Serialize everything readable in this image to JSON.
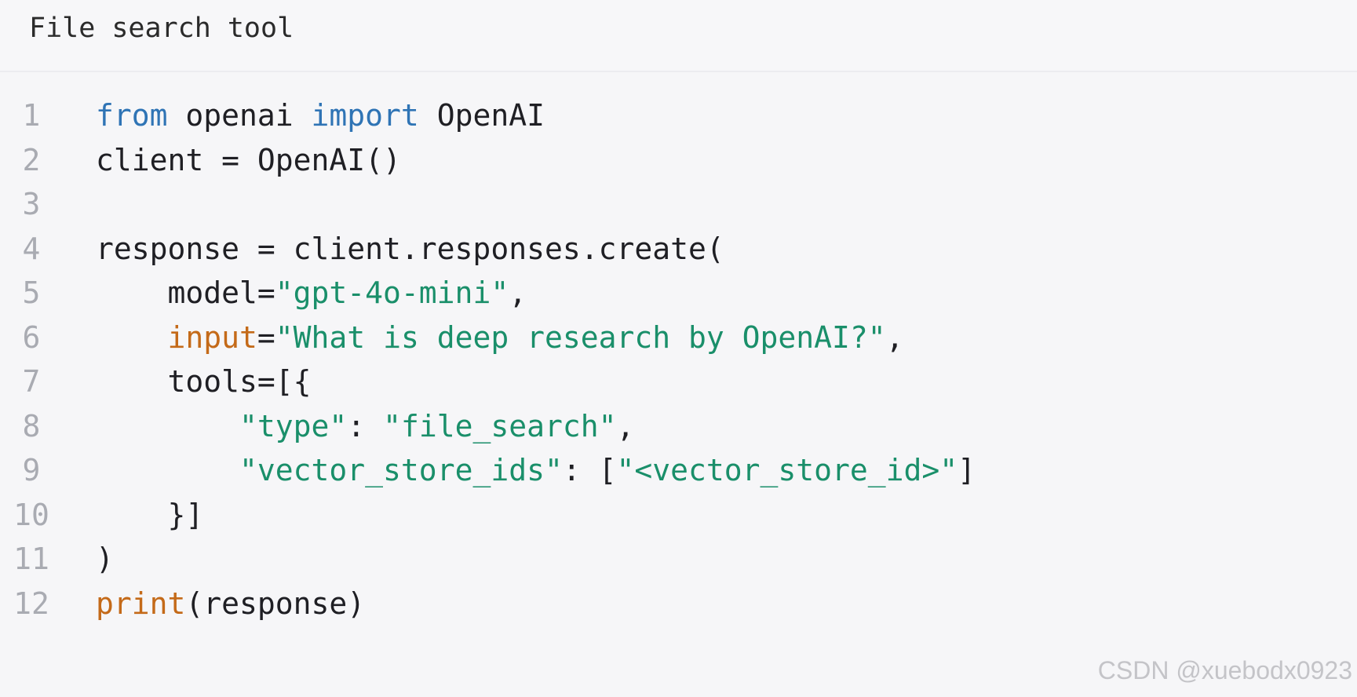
{
  "header": {
    "title": "File search tool"
  },
  "code": {
    "lines": [
      {
        "num": "1",
        "tokens": [
          [
            "kw",
            "from"
          ],
          [
            "punc",
            " openai "
          ],
          [
            "kw",
            "import"
          ],
          [
            "punc",
            " OpenAI"
          ]
        ]
      },
      {
        "num": "2",
        "tokens": [
          [
            "punc",
            "client = OpenAI()"
          ]
        ]
      },
      {
        "num": "3",
        "tokens": []
      },
      {
        "num": "4",
        "tokens": [
          [
            "punc",
            "response = client.responses.create("
          ]
        ]
      },
      {
        "num": "5",
        "tokens": [
          [
            "punc",
            "    model="
          ],
          [
            "str",
            "\"gpt-4o-mini\""
          ],
          [
            "punc",
            ","
          ]
        ]
      },
      {
        "num": "6",
        "tokens": [
          [
            "punc",
            "    "
          ],
          [
            "fn",
            "input"
          ],
          [
            "punc",
            "="
          ],
          [
            "str",
            "\"What is deep research by OpenAI?\""
          ],
          [
            "punc",
            ","
          ]
        ]
      },
      {
        "num": "7",
        "tokens": [
          [
            "punc",
            "    tools=[{"
          ]
        ]
      },
      {
        "num": "8",
        "tokens": [
          [
            "punc",
            "        "
          ],
          [
            "str",
            "\"type\""
          ],
          [
            "punc",
            ": "
          ],
          [
            "str",
            "\"file_search\""
          ],
          [
            "punc",
            ","
          ]
        ]
      },
      {
        "num": "9",
        "tokens": [
          [
            "punc",
            "        "
          ],
          [
            "str",
            "\"vector_store_ids\""
          ],
          [
            "punc",
            ": ["
          ],
          [
            "str",
            "\"<vector_store_id>\""
          ],
          [
            "punc",
            "]"
          ]
        ]
      },
      {
        "num": "10",
        "tokens": [
          [
            "punc",
            "    }]"
          ]
        ]
      },
      {
        "num": "11",
        "tokens": [
          [
            "punc",
            ")"
          ]
        ]
      },
      {
        "num": "12",
        "tokens": [
          [
            "fn",
            "print"
          ],
          [
            "punc",
            "(response)"
          ]
        ]
      }
    ]
  },
  "watermark": {
    "text": "CSDN @xuebodx0923"
  },
  "colors": {
    "keyword": "#2f74b5",
    "string": "#1a8f6a",
    "builtin": "#c46a19",
    "text": "#1f1f24",
    "line_number": "#a9abb2",
    "background": "#f6f6f8"
  }
}
